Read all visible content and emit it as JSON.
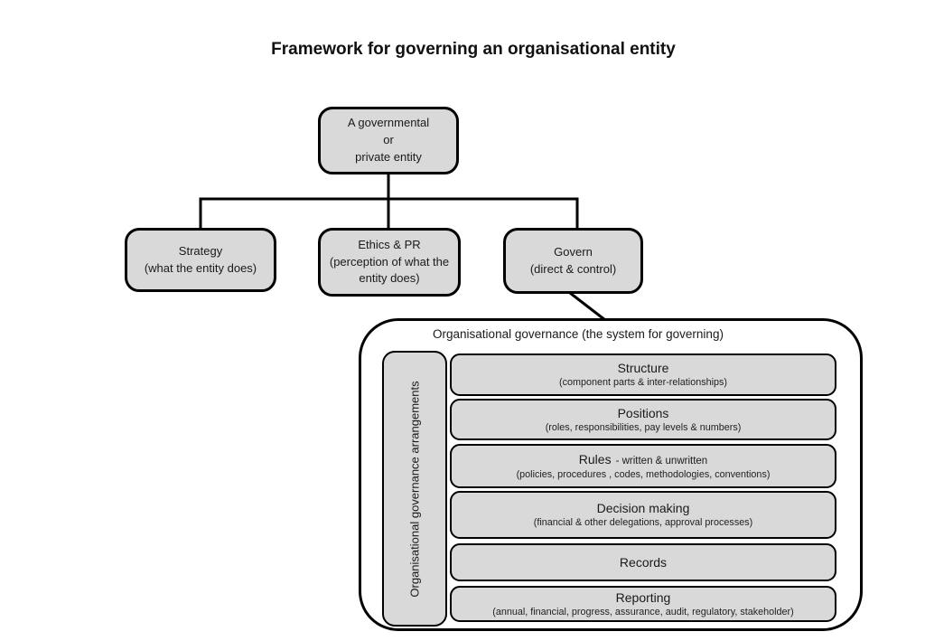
{
  "title": "Framework for governing an organisational entity",
  "entity_box": {
    "line1": "A governmental",
    "line2": "or",
    "line3": "private entity"
  },
  "branches": [
    {
      "title": "Strategy",
      "subtitle": "(what the entity does)"
    },
    {
      "title": "Ethics & PR",
      "subtitle": "(perception of what the entity does)"
    },
    {
      "title": "Govern",
      "subtitle": "(direct & control)"
    }
  ],
  "governance": {
    "header": "Organisational governance (the system for governing)",
    "side_label": "Organisational governance arrangements",
    "rows": [
      {
        "title": "Structure",
        "suffix": "",
        "subtitle": "(component parts & inter-relationships)"
      },
      {
        "title": "Positions",
        "suffix": "",
        "subtitle": "(roles, responsibilities, pay levels & numbers)"
      },
      {
        "title": "Rules",
        "suffix": "- written & unwritten",
        "subtitle": "(policies, procedures , codes, methodologies, conventions)"
      },
      {
        "title": "Decision making",
        "suffix": "",
        "subtitle": "(financial & other delegations, approval processes)"
      },
      {
        "title": "Records",
        "suffix": "",
        "subtitle": ""
      },
      {
        "title": "Reporting",
        "suffix": "",
        "subtitle": "(annual, financial, progress, assurance, audit, regulatory, stakeholder)"
      }
    ]
  },
  "colors": {
    "box_fill": "#d9d9d9",
    "border": "#000000",
    "background": "#ffffff"
  }
}
